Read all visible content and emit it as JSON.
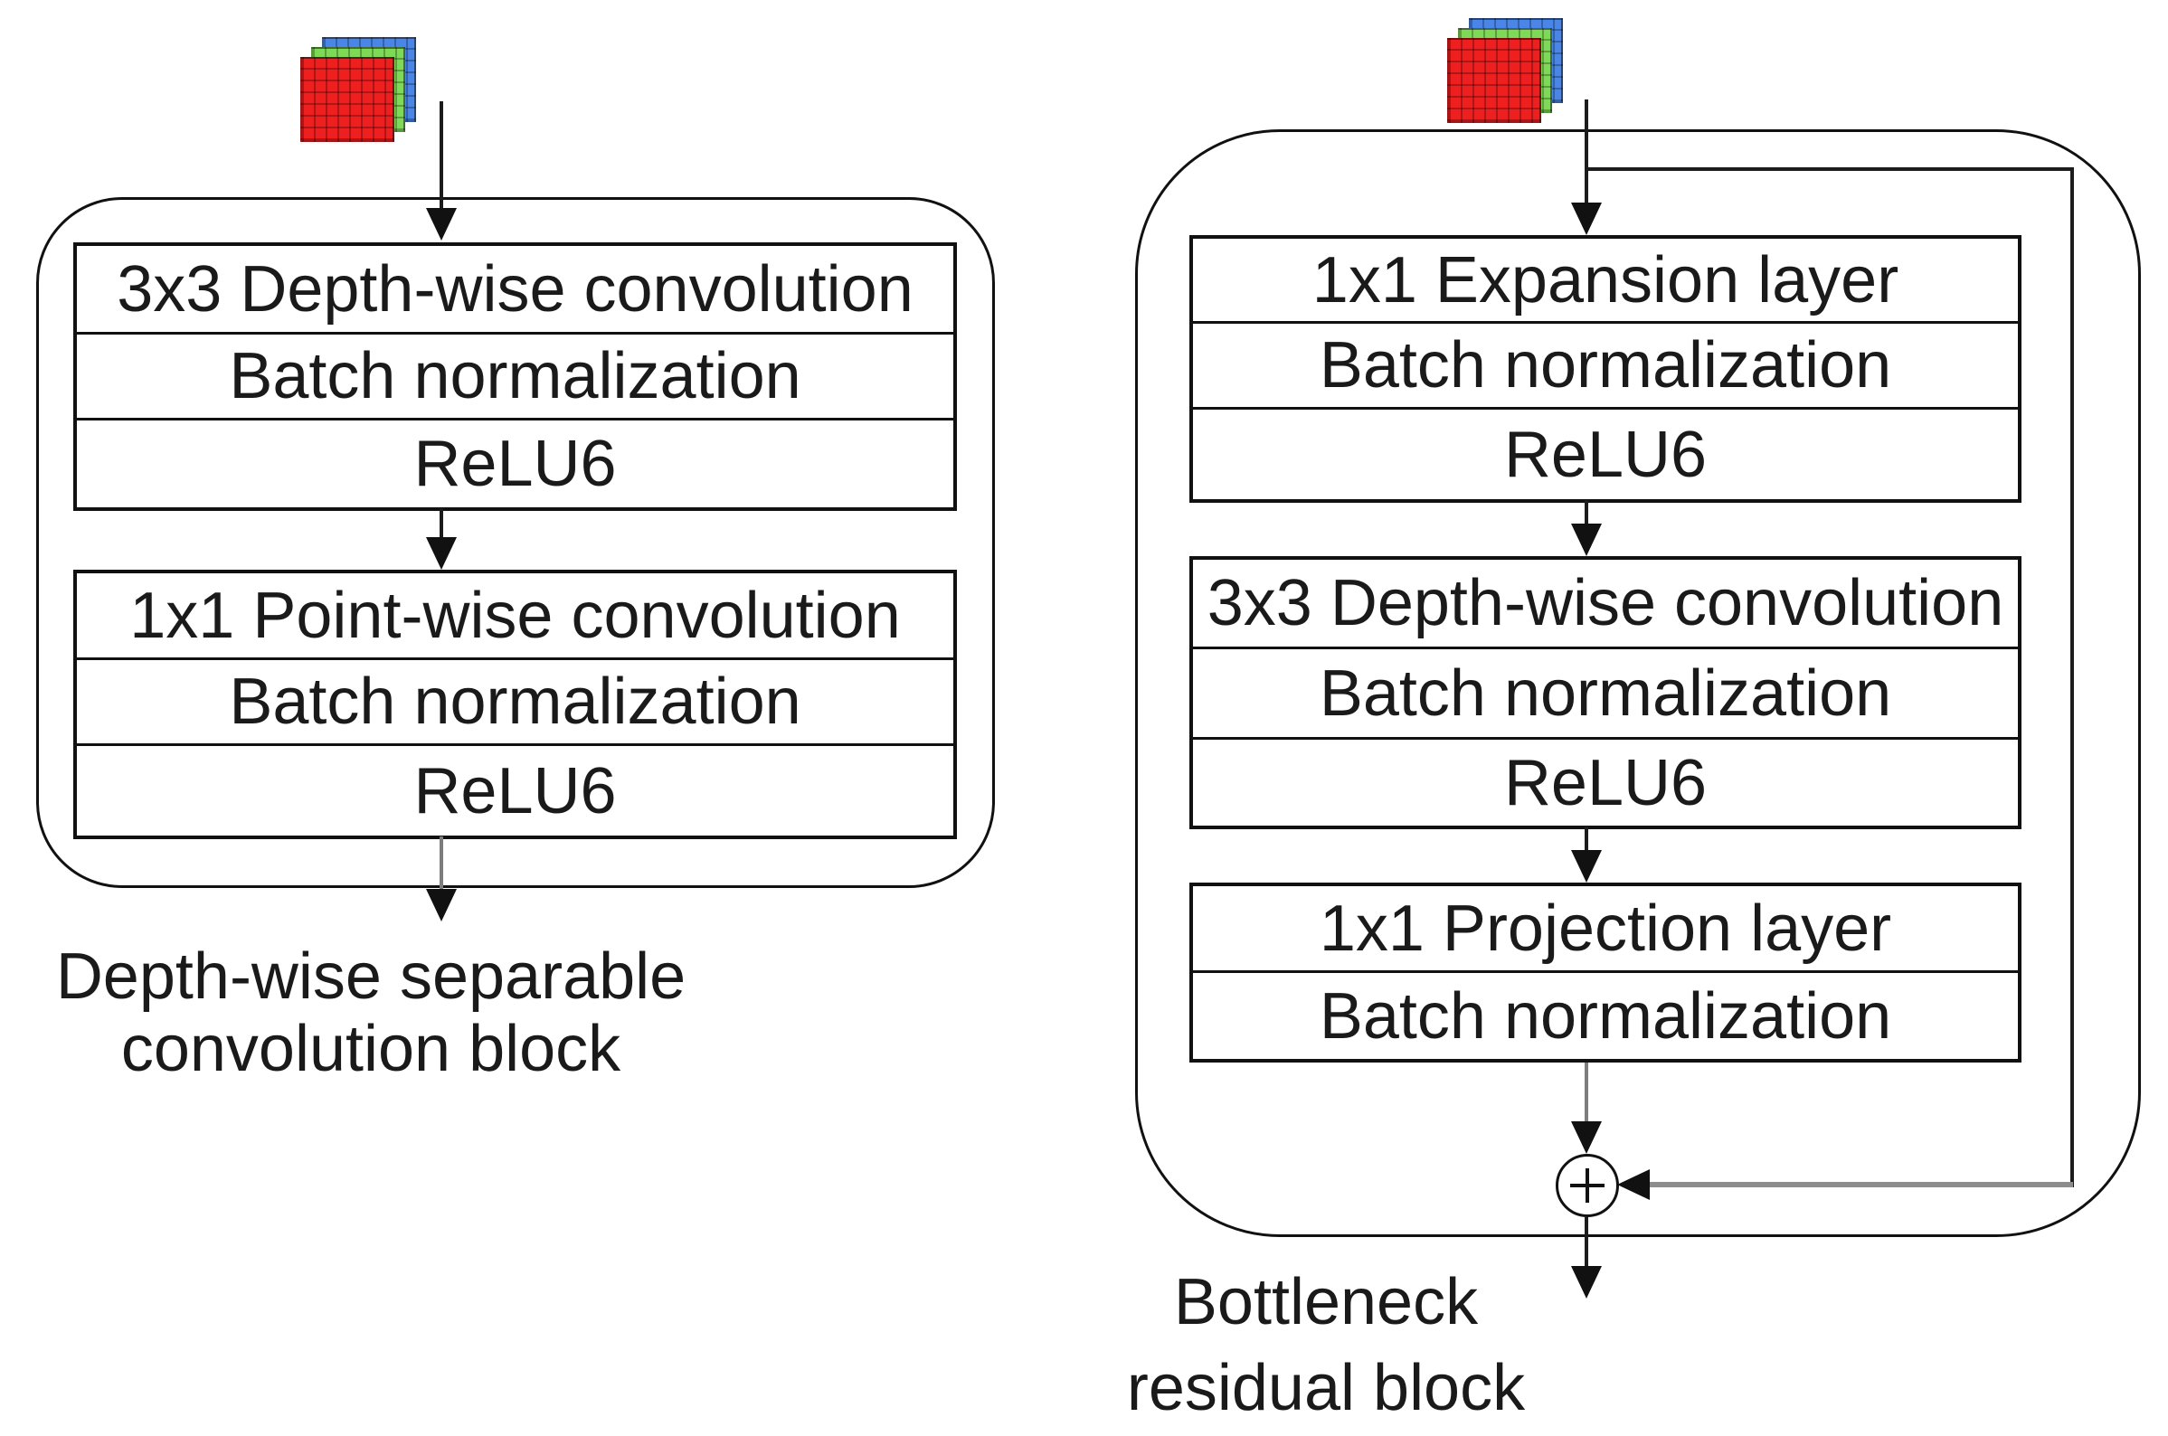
{
  "figure": {
    "type": "neural-network-block-diagram",
    "background": "#ffffff"
  },
  "colors": {
    "stroke": "#111111",
    "gray_line": "#8c8c8c",
    "text": "#1a1a1a",
    "tensor_red": "#ee1f1f",
    "tensor_green": "#7ed957",
    "tensor_blue": "#4a86e8"
  },
  "left_block": {
    "caption": [
      "Depth-wise separable",
      "convolution block"
    ],
    "conv_box": {
      "rows": [
        "3x3 Depth-wise convolution",
        "Batch normalization",
        "ReLU6"
      ]
    },
    "pointwise_box": {
      "rows": [
        "1x1 Point-wise convolution",
        "Batch normalization",
        "ReLU6"
      ]
    }
  },
  "right_block": {
    "caption": [
      "Bottleneck",
      "residual block"
    ],
    "expansion_box": {
      "rows": [
        "1x1 Expansion layer",
        "Batch normalization",
        "ReLU6"
      ]
    },
    "depthwise_box": {
      "rows": [
        "3x3 Depth-wise convolution",
        "Batch normalization",
        "ReLU6"
      ]
    },
    "projection_box": {
      "rows": [
        "1x1 Projection layer",
        "Batch normalization"
      ]
    },
    "add_symbol": "+"
  }
}
